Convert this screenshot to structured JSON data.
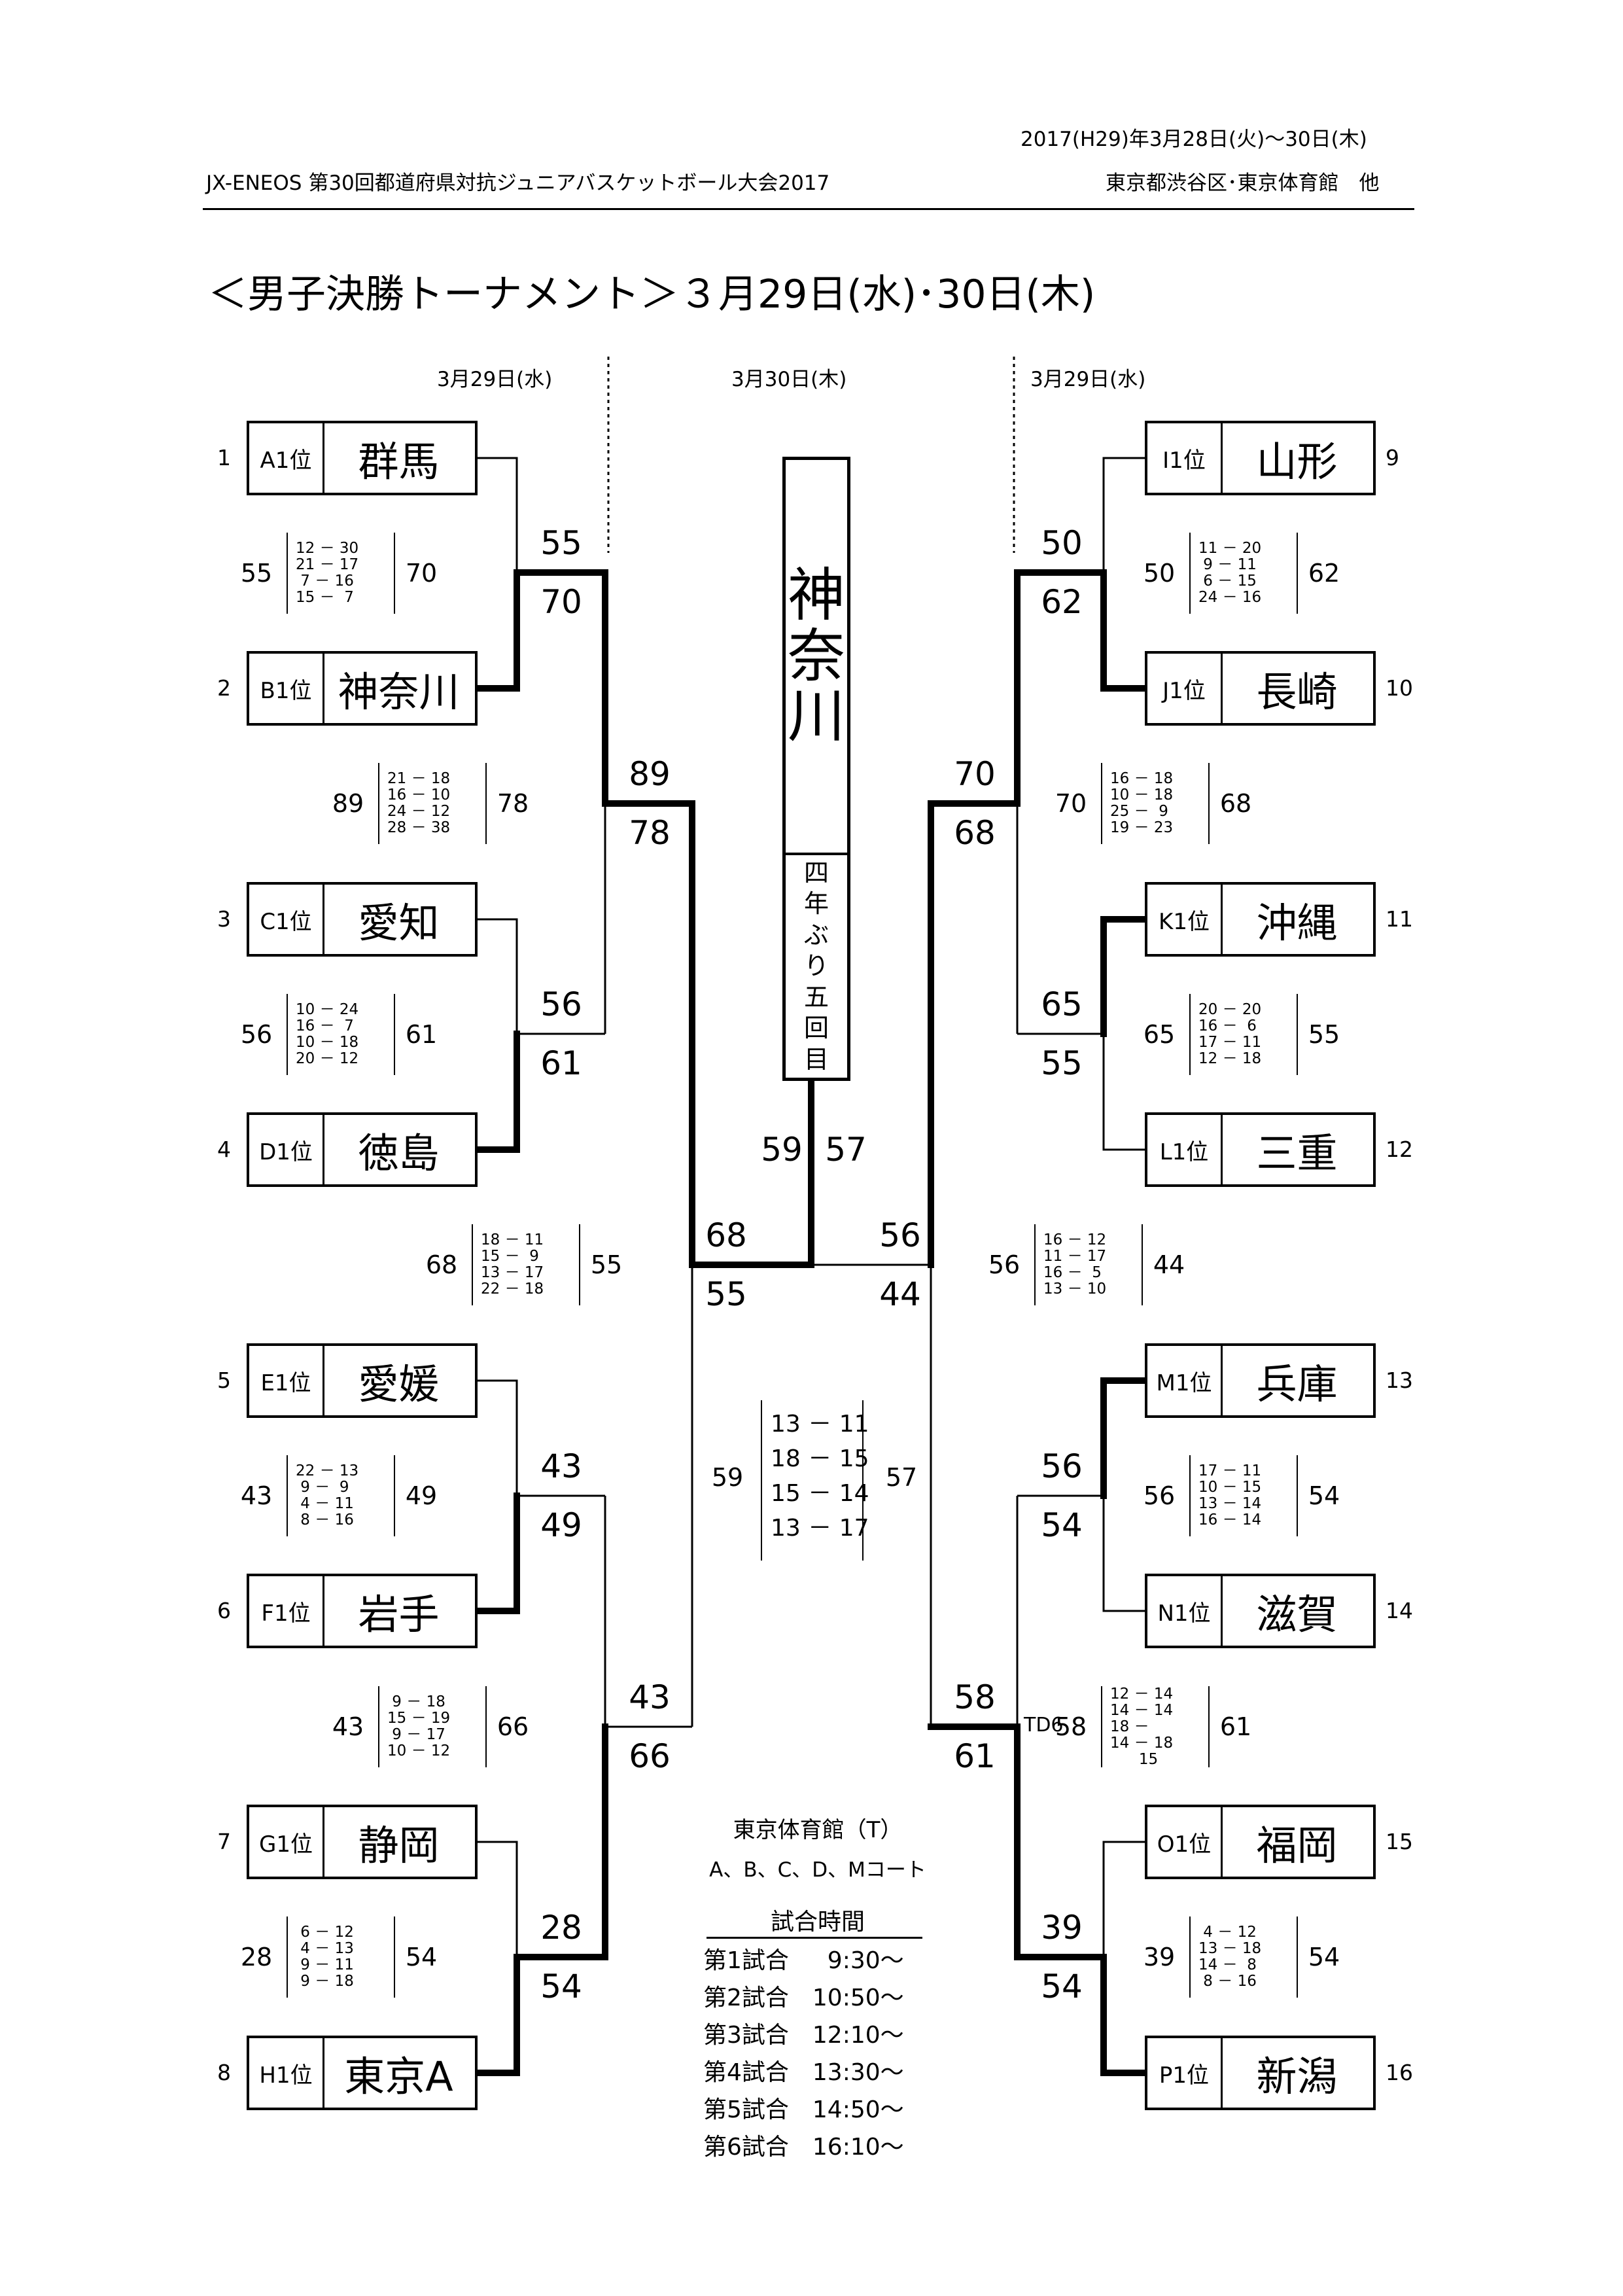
{
  "header": {
    "date": "2017(H29)年3月28日(火)～30日(木)",
    "tournament": "JX-ENEOS 第30回都道府県対抗ジュニアバスケットボール大会2017",
    "venue": "東京都渋谷区･東京体育館　他"
  },
  "title": "＜男子決勝トーナメント＞３月29日(水)･30日(木)",
  "day_labels": {
    "left": "3月29日(水)",
    "center": "3月30日(木)",
    "right": "3月29日(水)"
  },
  "teams": [
    {
      "seed": "1",
      "pos": "A1位",
      "name": "群馬"
    },
    {
      "seed": "2",
      "pos": "B1位",
      "name": "神奈川"
    },
    {
      "seed": "3",
      "pos": "C1位",
      "name": "愛知"
    },
    {
      "seed": "4",
      "pos": "D1位",
      "name": "徳島"
    },
    {
      "seed": "5",
      "pos": "E1位",
      "name": "愛媛"
    },
    {
      "seed": "6",
      "pos": "F1位",
      "name": "岩手"
    },
    {
      "seed": "7",
      "pos": "G1位",
      "name": "静岡"
    },
    {
      "seed": "8",
      "pos": "H1位",
      "name": "東京A"
    },
    {
      "seed": "9",
      "pos": "I1位",
      "name": "山形"
    },
    {
      "seed": "10",
      "pos": "J1位",
      "name": "長崎"
    },
    {
      "seed": "11",
      "pos": "K1位",
      "name": "沖縄"
    },
    {
      "seed": "12",
      "pos": "L1位",
      "name": "三重"
    },
    {
      "seed": "13",
      "pos": "M1位",
      "name": "兵庫"
    },
    {
      "seed": "14",
      "pos": "N1位",
      "name": "滋賀"
    },
    {
      "seed": "15",
      "pos": "O1位",
      "name": "福岡"
    },
    {
      "seed": "16",
      "pos": "P1位",
      "name": "新潟"
    }
  ],
  "games": {
    "r1_1": {
      "s1": "55",
      "s2": "70",
      "q": [
        "12 － 30",
        "21 － 17",
        " 7 － 16",
        "15 －  7"
      ]
    },
    "r1_2": {
      "s1": "56",
      "s2": "61",
      "q": [
        "10 － 24",
        "16 －  7",
        "10 － 18",
        "20 － 12"
      ]
    },
    "r1_3": {
      "s1": "43",
      "s2": "49",
      "q": [
        "22 － 13",
        " 9 －  9",
        " 4 － 11",
        " 8 － 16"
      ]
    },
    "r1_4": {
      "s1": "28",
      "s2": "54",
      "q": [
        " 6 － 12",
        " 4 － 13",
        " 9 － 11",
        " 9 － 18"
      ]
    },
    "r1_5": {
      "s1": "50",
      "s2": "62",
      "q": [
        "11 － 20",
        " 9 － 11",
        " 6 － 15",
        "24 － 16"
      ]
    },
    "r1_6": {
      "s1": "65",
      "s2": "55",
      "q": [
        "20 － 20",
        "16 －  6",
        "17 － 11",
        "12 － 18"
      ]
    },
    "r1_7": {
      "s1": "56",
      "s2": "54",
      "q": [
        "17 － 11",
        "10 － 15",
        "13 － 14",
        "16 － 14"
      ]
    },
    "r1_8": {
      "s1": "39",
      "s2": "54",
      "q": [
        " 4 － 12",
        "13 － 18",
        "14 －  8",
        " 8 － 16"
      ]
    },
    "qf_1": {
      "s1": "89",
      "s2": "78",
      "q": [
        "21 － 18",
        "16 － 10",
        "24 － 12",
        "28 － 38"
      ]
    },
    "qf_2": {
      "s1": "43",
      "s2": "66",
      "q": [
        " 9 － 18",
        "15 － 19",
        " 9 － 17",
        "10 － 12"
      ]
    },
    "qf_3": {
      "s1": "70",
      "s2": "68",
      "q": [
        "16 － 18",
        "10 － 18",
        "25 －  9",
        "19 － 23"
      ]
    },
    "qf_4": {
      "s1": "58",
      "s2": "61",
      "q": [
        "12 － 14",
        "14 － 14",
        "18 － ",
        "14 － 18",
        "      15"
      ],
      "tag": "TD6"
    },
    "sf_1": {
      "s1": "68",
      "s2": "55",
      "q": [
        "18 － 11",
        "15 －  9",
        "13 － 17",
        "22 － 18"
      ]
    },
    "sf_2": {
      "s1": "56",
      "s2": "44",
      "q": [
        "16 － 12",
        "11 － 17",
        "16 －  5",
        "13 － 10"
      ]
    },
    "final": {
      "s1": "59",
      "s2": "57",
      "q": [
        "13 － 11",
        "18 － 15",
        "15 － 14",
        "",
        "13 － 17"
      ]
    }
  },
  "champion": {
    "name": [
      "神",
      "奈",
      "川"
    ],
    "note": [
      "四",
      "年",
      "ぶ",
      "り",
      "五",
      "回",
      "目"
    ]
  },
  "venue_info": {
    "name": "東京体育館（T）",
    "courts": "A、B、C、D、Mコート"
  },
  "schedule": {
    "title": "試合時間",
    "rows": [
      "第1試合　  9:30～",
      "第2試合　10:50～",
      "第3試合　12:10～",
      "第4試合　13:30～",
      "第5試合　14:50～",
      "第6試合　16:10～"
    ]
  }
}
